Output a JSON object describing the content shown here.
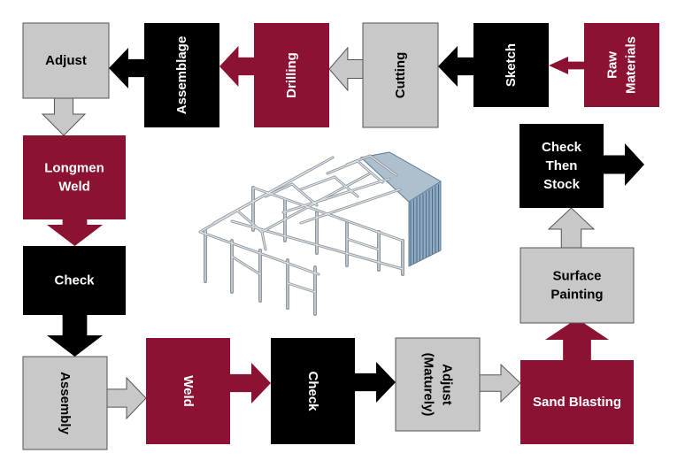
{
  "colors": {
    "black": "#000000",
    "maroon": "#8b1232",
    "gray": "#c8c8c8",
    "stroke": "#555555",
    "text_on_dark": "#ffffff",
    "text_on_light": "#000000"
  },
  "steps": [
    {
      "id": "raw-materials",
      "lines": [
        "Raw",
        "Materials"
      ],
      "color": "maroon",
      "orientation": "vertical"
    },
    {
      "id": "sketch",
      "lines": [
        "Sketch"
      ],
      "color": "black",
      "orientation": "vertical"
    },
    {
      "id": "cutting",
      "lines": [
        "Cutting"
      ],
      "color": "gray",
      "orientation": "vertical"
    },
    {
      "id": "drilling",
      "lines": [
        "Drilling"
      ],
      "color": "maroon",
      "orientation": "vertical"
    },
    {
      "id": "assemblage",
      "lines": [
        "Assemblage"
      ],
      "color": "black",
      "orientation": "vertical"
    },
    {
      "id": "adjust",
      "lines": [
        "Adjust"
      ],
      "color": "gray",
      "orientation": "horizontal"
    },
    {
      "id": "longmen-weld",
      "lines": [
        "Longmen",
        "Weld"
      ],
      "color": "maroon",
      "orientation": "horizontal"
    },
    {
      "id": "check-1",
      "lines": [
        "Check"
      ],
      "color": "black",
      "orientation": "horizontal"
    },
    {
      "id": "assembly",
      "lines": [
        "Assembly"
      ],
      "color": "gray",
      "orientation": "vertical-down"
    },
    {
      "id": "weld",
      "lines": [
        "Weld"
      ],
      "color": "maroon",
      "orientation": "vertical-down"
    },
    {
      "id": "check-2",
      "lines": [
        "Check"
      ],
      "color": "black",
      "orientation": "vertical-down"
    },
    {
      "id": "adjust-maturely",
      "lines": [
        "Adjust",
        "(Maturely)"
      ],
      "color": "gray",
      "orientation": "vertical-down"
    },
    {
      "id": "sand-blasting",
      "lines": [
        "Sand Blasting"
      ],
      "color": "maroon",
      "orientation": "horizontal"
    },
    {
      "id": "surface-painting",
      "lines": [
        "Surface",
        "Painting"
      ],
      "color": "gray",
      "orientation": "horizontal"
    },
    {
      "id": "check-then-stock",
      "lines": [
        "Check",
        "Then",
        "Stock"
      ],
      "color": "black",
      "orientation": "horizontal"
    }
  ],
  "flow": [
    "raw-materials",
    "sketch",
    "cutting",
    "drilling",
    "assemblage",
    "adjust",
    "longmen-weld",
    "check-1",
    "assembly",
    "weld",
    "check-2",
    "adjust-maturely",
    "sand-blasting",
    "surface-painting",
    "check-then-stock"
  ]
}
